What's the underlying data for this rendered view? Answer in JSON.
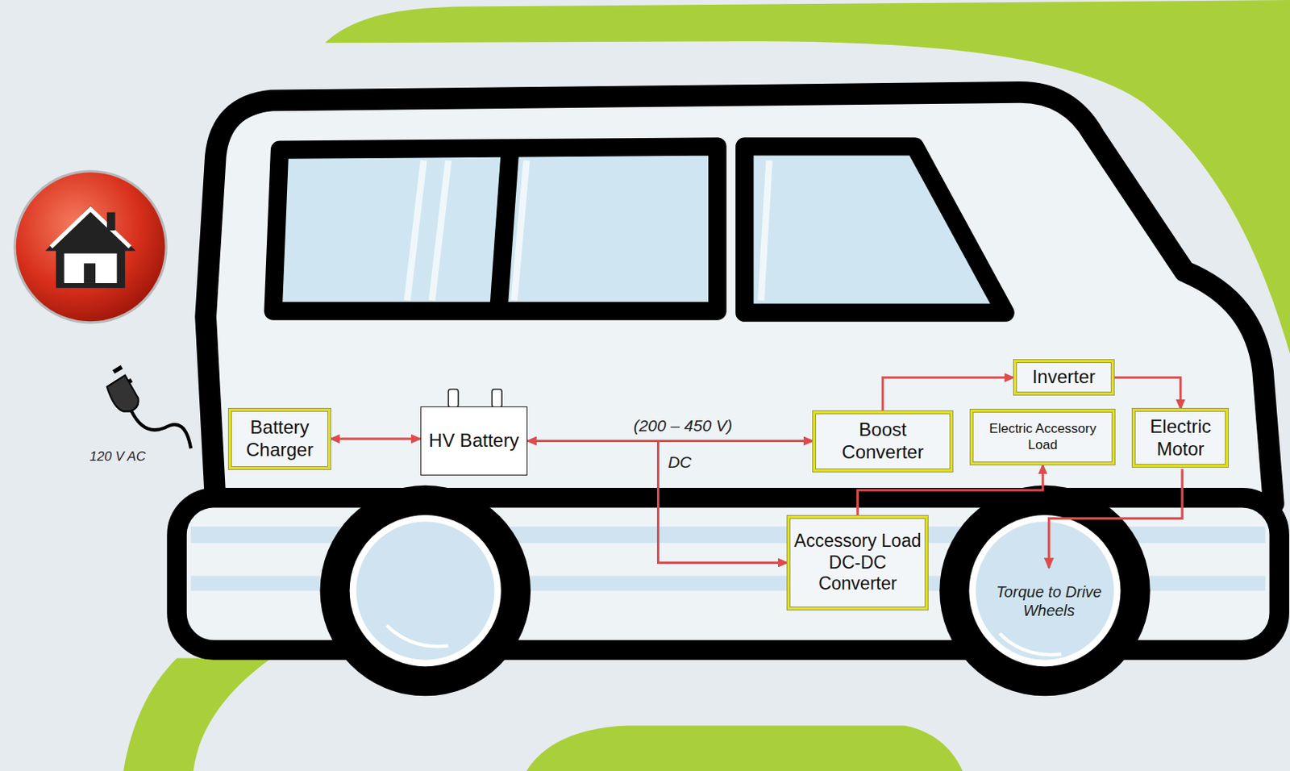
{
  "diagram": {
    "nodes": [
      {
        "text": [
          "Battery Charger"
        ]
      },
      {
        "text": [
          "HV Battery"
        ]
      },
      {
        "text": [
          "Inverter"
        ]
      },
      {
        "text": [
          "Boost Converter"
        ]
      },
      {
        "text": [
          "Electric Accessory Load"
        ]
      },
      {
        "text": [
          "Electric Motor"
        ]
      },
      {
        "text": [
          "Accessory Load DC-DC Converter"
        ]
      }
    ],
    "edges": [
      {
        "from": 0,
        "to": 1,
        "arrow": "both"
      },
      {
        "from": 1,
        "to": 3,
        "arrow": "both"
      },
      {
        "from": 1,
        "to": 6,
        "arrow": "to"
      },
      {
        "from": 3,
        "to": 2,
        "arrow": "to"
      },
      {
        "from": 2,
        "to": 5,
        "arrow": "to"
      },
      {
        "from": 6,
        "to": 4,
        "arrow": "to"
      }
    ],
    "labels": [
      "120 V AC",
      "(200 – 450 V)",
      "DC",
      "Torque to Drive Wheels"
    ]
  }
}
